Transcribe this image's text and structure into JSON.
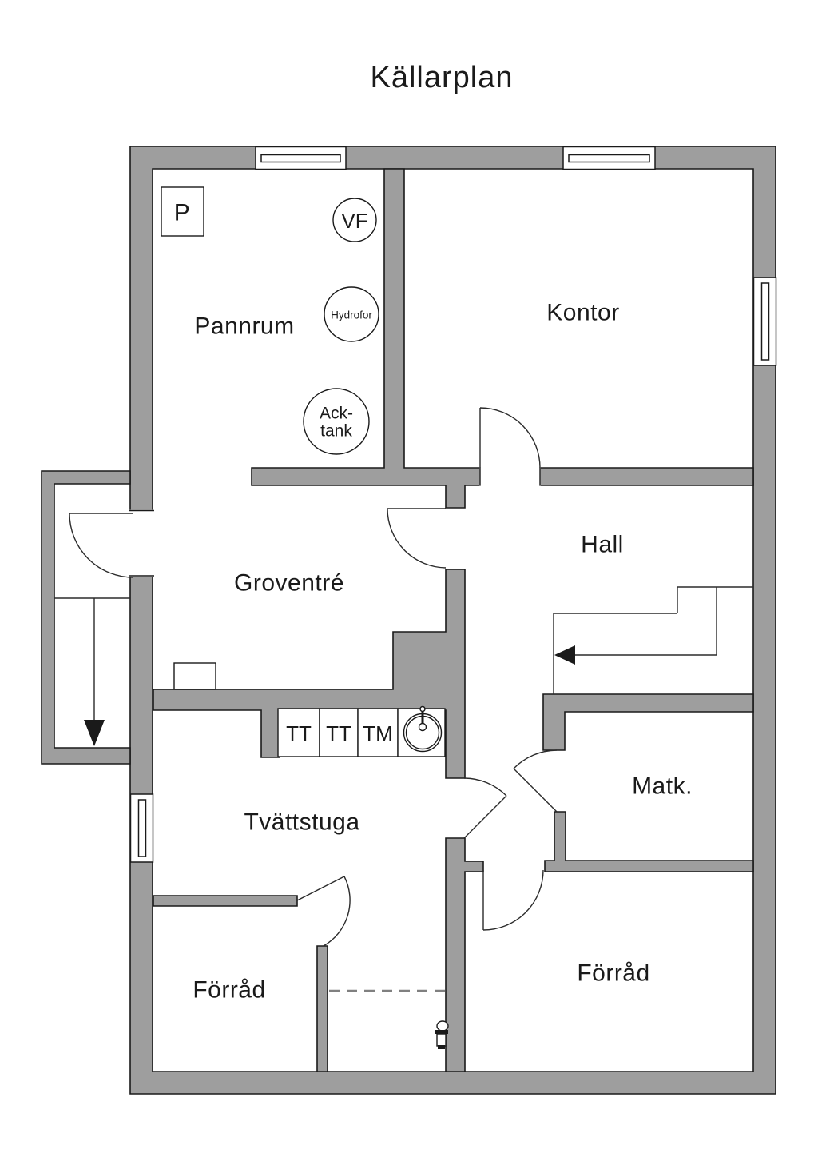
{
  "title": "Källarplan",
  "colors": {
    "wall": "#9e9e9e",
    "outline": "#1a1a1a",
    "text": "#1a1a1a",
    "background": "#ffffff",
    "dashed_line": "#808080"
  },
  "rooms": {
    "pannrum": {
      "label": "Pannrum"
    },
    "kontor": {
      "label": "Kontor"
    },
    "groventre": {
      "label": "Groventré"
    },
    "hall": {
      "label": "Hall"
    },
    "tvattstuga": {
      "label": "Tvättstuga"
    },
    "matk": {
      "label": "Matk."
    },
    "forrad_left": {
      "label": "Förråd"
    },
    "forrad_right": {
      "label": "Förråd"
    }
  },
  "equipment": {
    "p_box": "P",
    "vf_circle": "VF",
    "hydrofor_circle": "Hydrofor",
    "acktank_line1": "Ack-",
    "acktank_line2": "tank",
    "washer1": "TT",
    "washer2": "TT",
    "washing_machine": "TM"
  },
  "symbols": {
    "stairs_down_entrance": "arrow-down",
    "stairs_hall": "arrow-left",
    "sink": "laundry-sink",
    "floor_drain": "drain-fixture",
    "ceiling_break": "dashed-line"
  }
}
